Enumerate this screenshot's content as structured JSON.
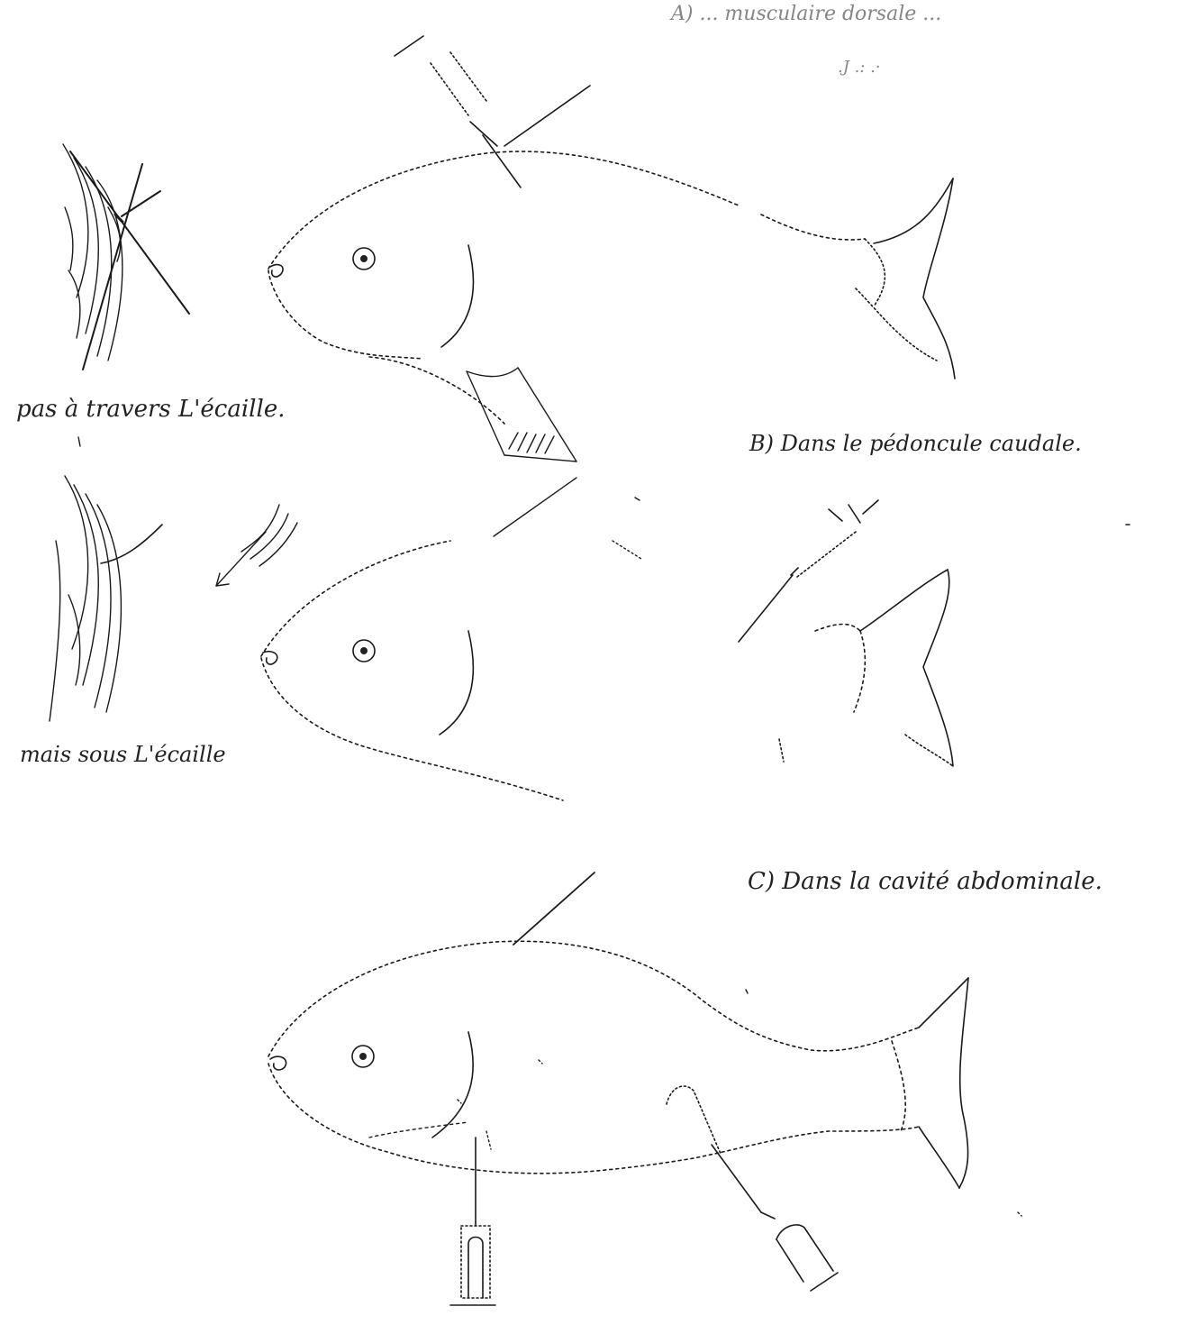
{
  "captions": {
    "scale_through": "pas à travers L'écaille.",
    "scale_under": "mais sous L'écaille",
    "label_a": "A) ... musculaire dorsale ...",
    "label_b": "B) Dans le pédoncule caudale.",
    "label_c": "C) Dans la cavité abdominale."
  }
}
